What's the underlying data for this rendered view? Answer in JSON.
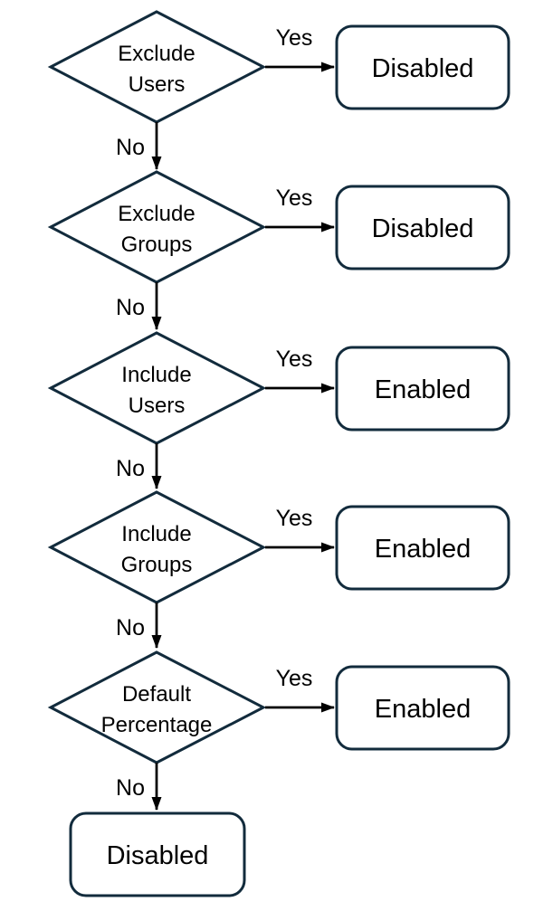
{
  "diagram": {
    "type": "flowchart",
    "colors": {
      "shape_border": "#122B3C",
      "shape_fill": "#FFFFFF",
      "arrow": "#000000",
      "text": "#000000",
      "background": "#FFFFFF"
    },
    "branch_labels": {
      "yes": "Yes",
      "no": "No"
    },
    "rows": [
      {
        "type": "decision",
        "decision_line1": "Exclude",
        "decision_line2": "Users",
        "outcome": "Disabled"
      },
      {
        "type": "decision",
        "decision_line1": "Exclude",
        "decision_line2": "Groups",
        "outcome": "Disabled"
      },
      {
        "type": "decision",
        "decision_line1": "Include",
        "decision_line2": "Users",
        "outcome": "Enabled"
      },
      {
        "type": "decision",
        "decision_line1": "Include",
        "decision_line2": "Groups",
        "outcome": "Enabled"
      },
      {
        "type": "decision",
        "decision_line1": "Default",
        "decision_line2": "Percentage",
        "outcome": "Enabled"
      }
    ],
    "final_outcome": "Disabled"
  }
}
